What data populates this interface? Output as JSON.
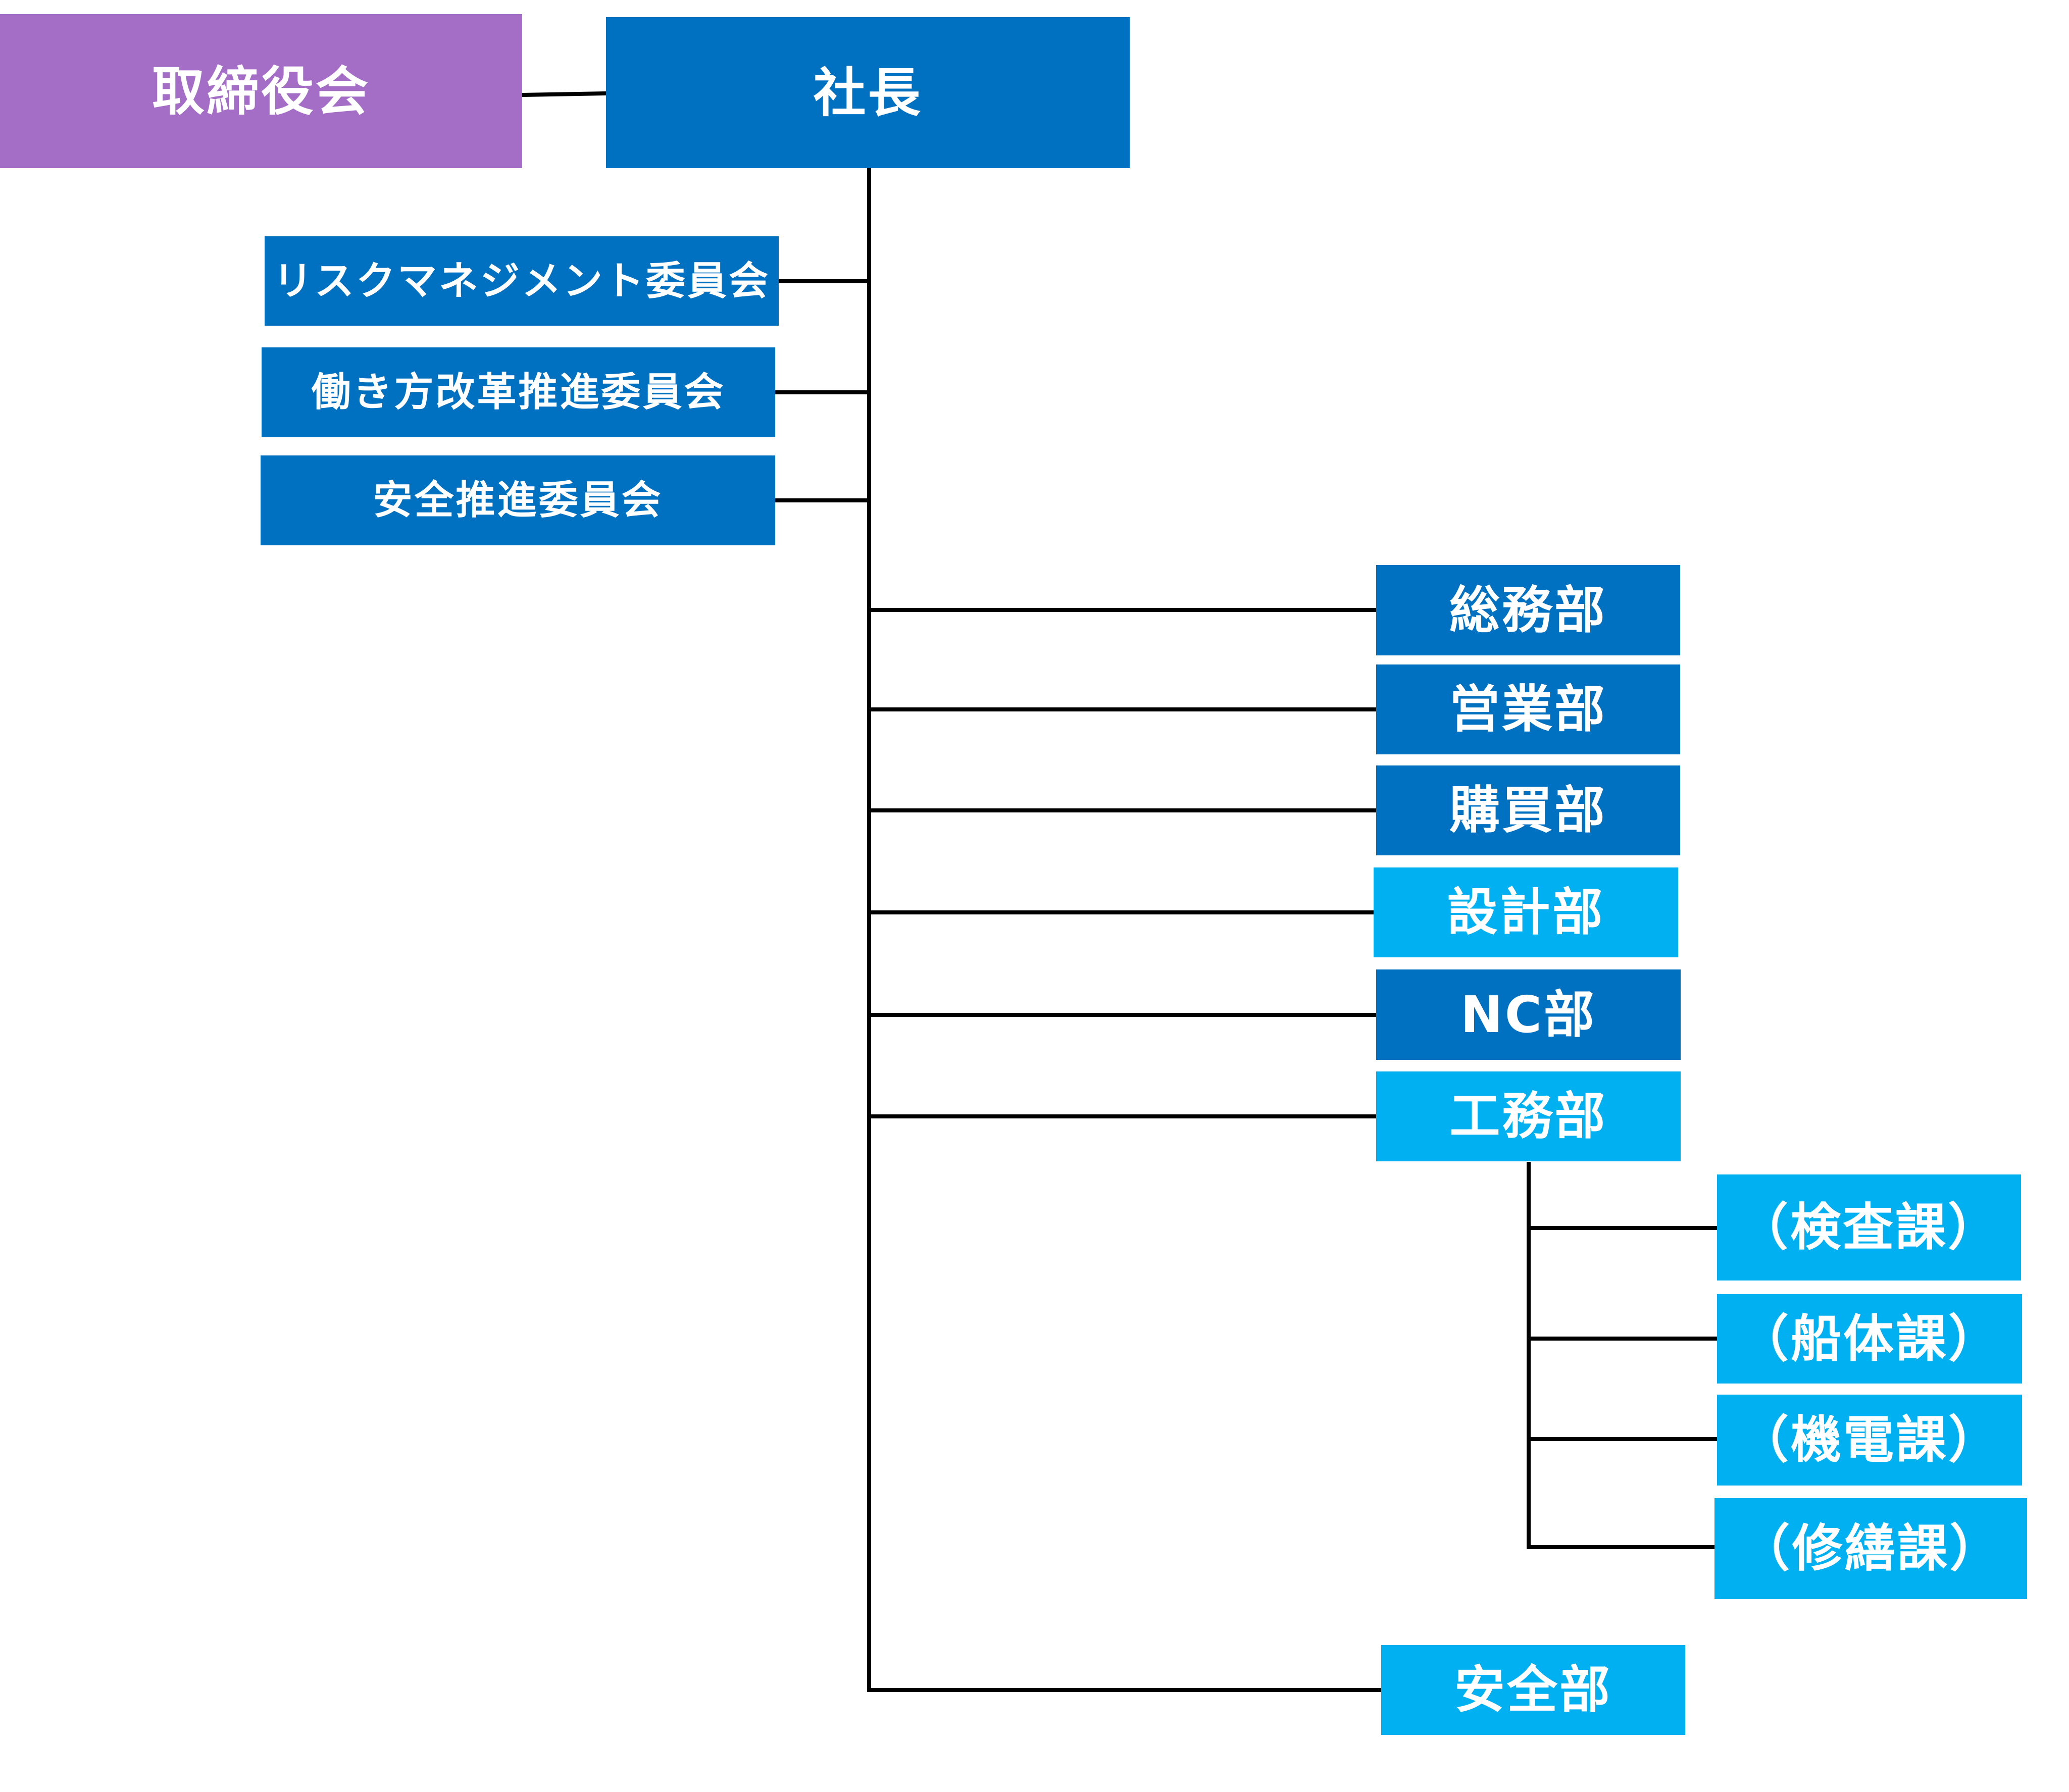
{
  "colors": {
    "board": "#A46EC6",
    "president": "#0070C0",
    "committee": "#0070C0",
    "department": "#00B0F0",
    "section": "#00B0F0",
    "line": "#000000",
    "text": "#ffffff"
  },
  "board": {
    "label": "取締役会"
  },
  "president": {
    "label": "社長"
  },
  "committees": [
    {
      "label": "リスクマネジメント委員会"
    },
    {
      "label": "働き方改革推進委員会"
    },
    {
      "label": "安全推進委員会"
    }
  ],
  "departments": [
    {
      "label": "総務部"
    },
    {
      "label": "営業部"
    },
    {
      "label": "購買部"
    },
    {
      "label": "設計部"
    },
    {
      "label": "NC部"
    },
    {
      "label": "工務部"
    },
    {
      "label": "安全部"
    }
  ],
  "sections": [
    {
      "label": "（検査課）"
    },
    {
      "label": "（船体課）"
    },
    {
      "label": "（機電課）"
    },
    {
      "label": "（修繕課）"
    }
  ]
}
